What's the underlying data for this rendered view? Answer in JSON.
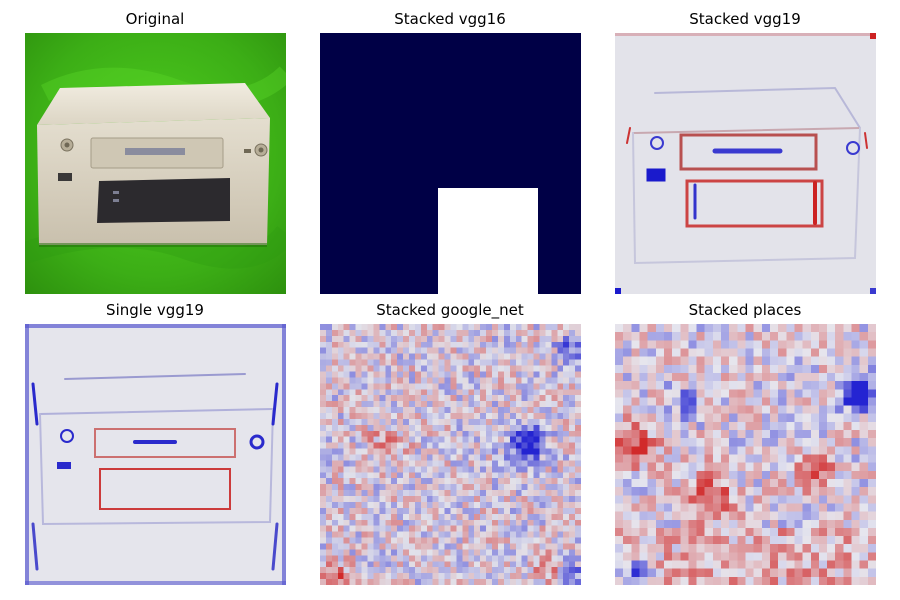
{
  "panels": [
    {
      "title": "Original",
      "kind": "photo"
    },
    {
      "title": "Stacked vgg16",
      "kind": "mask",
      "colors": {
        "background": "#000046",
        "patch": "#ffffff"
      }
    },
    {
      "title": "Stacked vgg19",
      "kind": "saliency",
      "colors": {
        "neutral": "#e3e3ea",
        "positive": "#cc2222",
        "negative": "#1a1acc"
      }
    },
    {
      "title": "Single vgg19",
      "kind": "saliency",
      "colors": {
        "neutral": "#e5e5ec",
        "positive": "#cc2222",
        "negative": "#1a1acc"
      }
    },
    {
      "title": "Stacked google_net",
      "kind": "heatmap",
      "colors": {
        "neutral": "#e2e2ea",
        "positive": "#d02020",
        "negative": "#1a1ad0"
      }
    },
    {
      "title": "Stacked places",
      "kind": "heatmap",
      "colors": {
        "neutral": "#e6e6ee",
        "positive": "#d02020",
        "negative": "#1a1ad0"
      }
    }
  ]
}
